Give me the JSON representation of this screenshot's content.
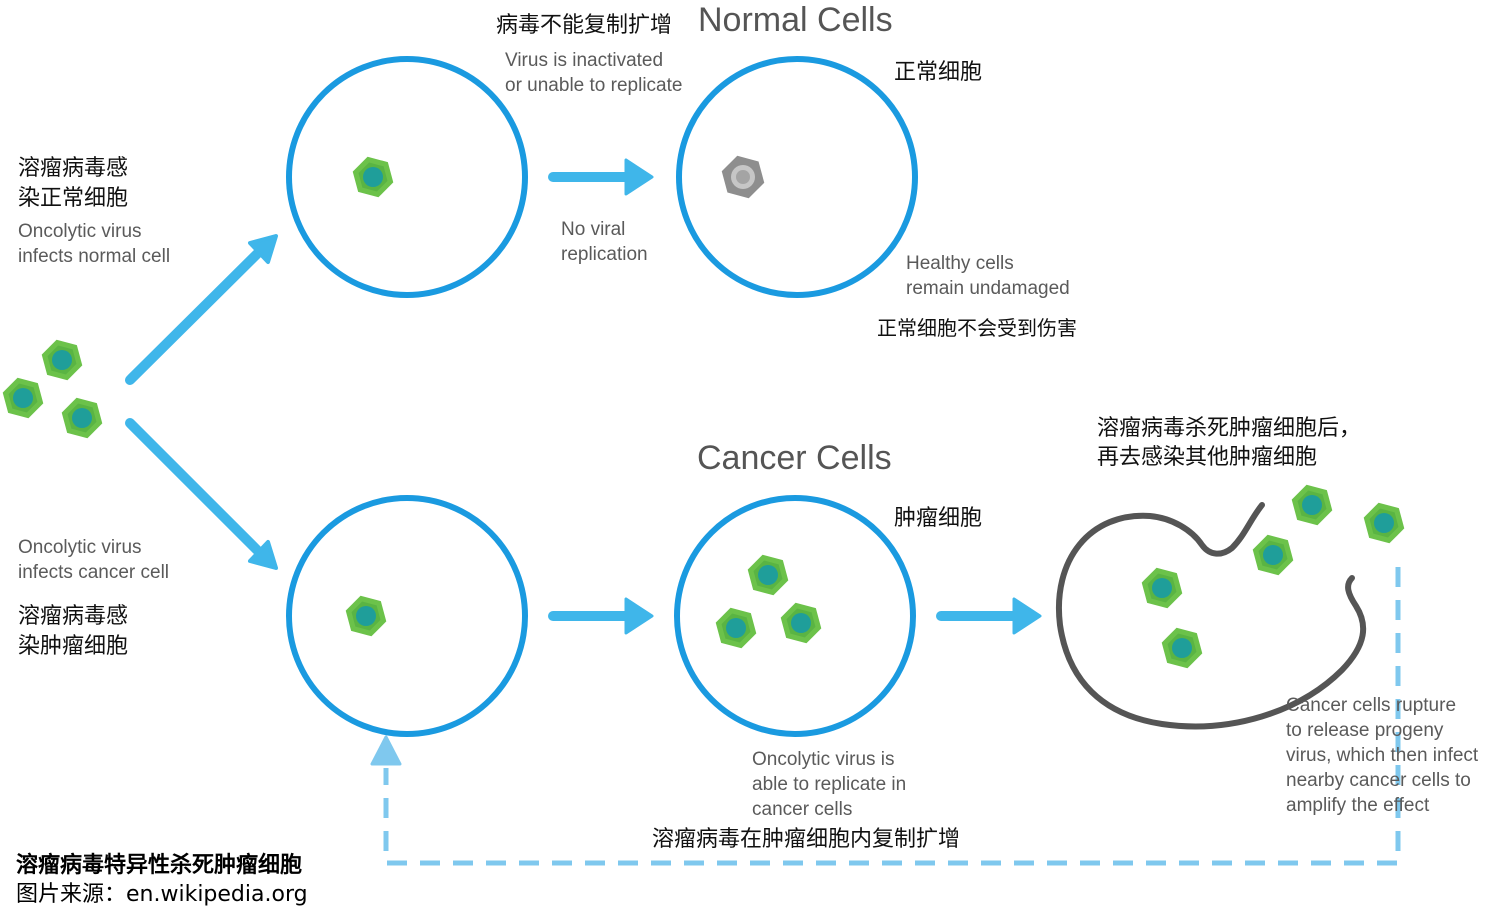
{
  "colors": {
    "cell_outline": "#1a9ae0",
    "arrow": "#3fb6ea",
    "virus_outer": "#6cc24a",
    "virus_inner": "#1f9e9a",
    "inactive_virus": "#9e9e9e",
    "ruptured_cell": "#555555",
    "text_english": "#5a5a5a",
    "text_chinese": "#111111"
  },
  "icons": {
    "virus": "green-hexagon-virus-icon",
    "inactive_virus": "gray-hexagon-inactive-virus-icon"
  },
  "normal": {
    "title": "Normal Cells",
    "title_zh": "正常细胞",
    "no_replicate_zh": "病毒不能复制扩增",
    "inactivated_en_1": "Virus is inactivated",
    "inactivated_en_2": "or unable to replicate",
    "no_viral_1": "No viral",
    "no_viral_2": "replication",
    "healthy_en_1": "Healthy cells",
    "healthy_en_2": "remain undamaged",
    "healthy_zh": "正常细胞不会受到伤害"
  },
  "left": {
    "infect_normal_zh_1": "溶瘤病毒感",
    "infect_normal_zh_2": "染正常细胞",
    "infect_normal_en_1": "Oncolytic virus",
    "infect_normal_en_2": "infects normal cell",
    "infect_cancer_en_1": "Oncolytic virus",
    "infect_cancer_en_2": "infects cancer cell",
    "infect_cancer_zh_1": "溶瘤病毒感",
    "infect_cancer_zh_2": "染肿瘤细胞"
  },
  "cancer": {
    "title": "Cancer Cells",
    "title_zh": "肿瘤细胞",
    "replicate_en_1": "Oncolytic virus is",
    "replicate_en_2": "able to replicate in",
    "replicate_en_3": "cancer cells",
    "replicate_zh": "溶瘤病毒在肿瘤细胞内复制扩增",
    "kill_zh_1": "溶瘤病毒杀死肿瘤细胞后，",
    "kill_zh_2": "再去感染其他肿瘤细胞",
    "rupture_en_1": "Cancer cells rupture",
    "rupture_en_2": "to release progeny",
    "rupture_en_3": "virus, which then infect",
    "rupture_en_4": "nearby cancer cells to",
    "rupture_en_5": "amplify the effect"
  },
  "footer": {
    "caption": "溶瘤病毒特异性杀死肿瘤细胞",
    "source": "图片来源：en.wikipedia.org"
  }
}
